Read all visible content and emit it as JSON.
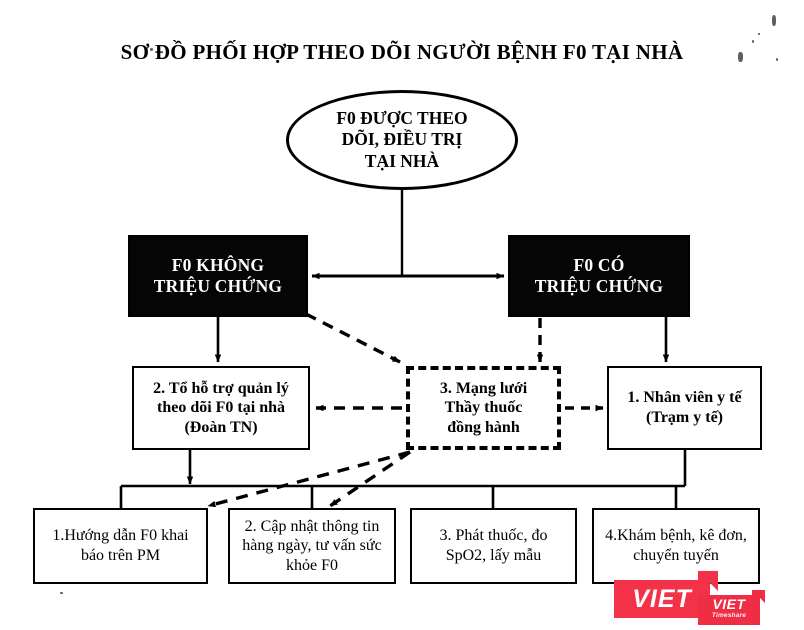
{
  "document": {
    "title": "SƠ ĐỒ PHỐI HỢP THEO DÕI NGƯỜI BỆNH F0 TẠI NHÀ"
  },
  "nodes": {
    "root_oval": {
      "line1": "F0 ĐƯỢC THEO",
      "line2": "DÕI, ĐIỀU TRỊ",
      "line3": "TẠI NHÀ"
    },
    "asymptomatic": {
      "line1": "F0 KHÔNG",
      "line2": "TRIỆU CHỨNG"
    },
    "symptomatic": {
      "line1": "F0 CÓ",
      "line2": "TRIỆU CHỨNG"
    },
    "support_team": {
      "text": "2. Tổ hỗ trợ quản lý theo dõi F0 tại nhà (Đoàn TN)"
    },
    "network": {
      "line1": "3. Mạng lưới",
      "line2": "Thầy thuốc",
      "line3": "đồng hành"
    },
    "health_staff": {
      "text": "1. Nhân viên y tế (Trạm y tế)"
    }
  },
  "tasks": [
    {
      "text": "1.Hướng dẫn F0 khai báo trên PM"
    },
    {
      "text": "2. Cập nhật thông tin hàng ngày, tư vấn sức khỏe F0"
    },
    {
      "text": "3. Phát thuốc, đo SpO2, lấy mẫu"
    },
    {
      "text": "4.Khám bệnh, kê đơn, chuyển tuyến"
    }
  ],
  "watermark": {
    "primary": "VIET",
    "secondary": "VIET",
    "tagline": "Timeshare"
  },
  "colors": {
    "ink": "#000000",
    "paper": "#ffffff",
    "watermark_red": "#f3324a"
  }
}
